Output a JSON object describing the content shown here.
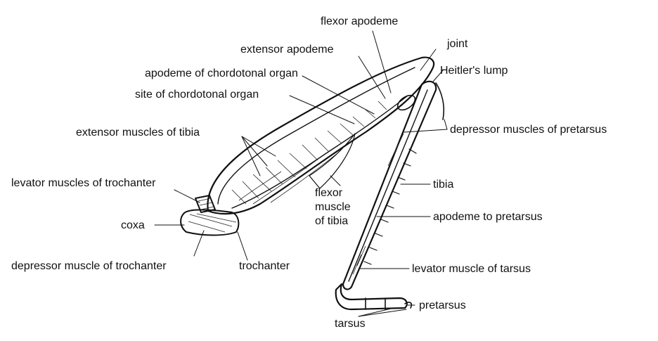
{
  "labels": {
    "flexor_apodeme": "flexor apodeme",
    "joint": "joint",
    "extensor_apodeme": "extensor apodeme",
    "heitlers_lump": "Heitler's lump",
    "apodeme_chordotonal": "apodeme of chordotonal organ",
    "site_chordotonal": "site of chordotonal organ",
    "depressor_pretarsus": "depressor muscles of pretarsus",
    "extensor_tibia": "extensor muscles of tibia",
    "levator_trochanter": "levator muscles of trochanter",
    "tibia": "tibia",
    "flexor_muscle_line1": "flexor",
    "flexor_muscle_line2": "muscle",
    "flexor_muscle_line3": "of tibia",
    "apodeme_pretarsus": "apodeme to pretarsus",
    "coxa": "coxa",
    "depressor_trochanter": "depressor muscle of trochanter",
    "trochanter": "trochanter",
    "levator_tarsus": "levator muscle of tarsus",
    "pretarsus": "pretarsus",
    "tarsus": "tarsus"
  }
}
